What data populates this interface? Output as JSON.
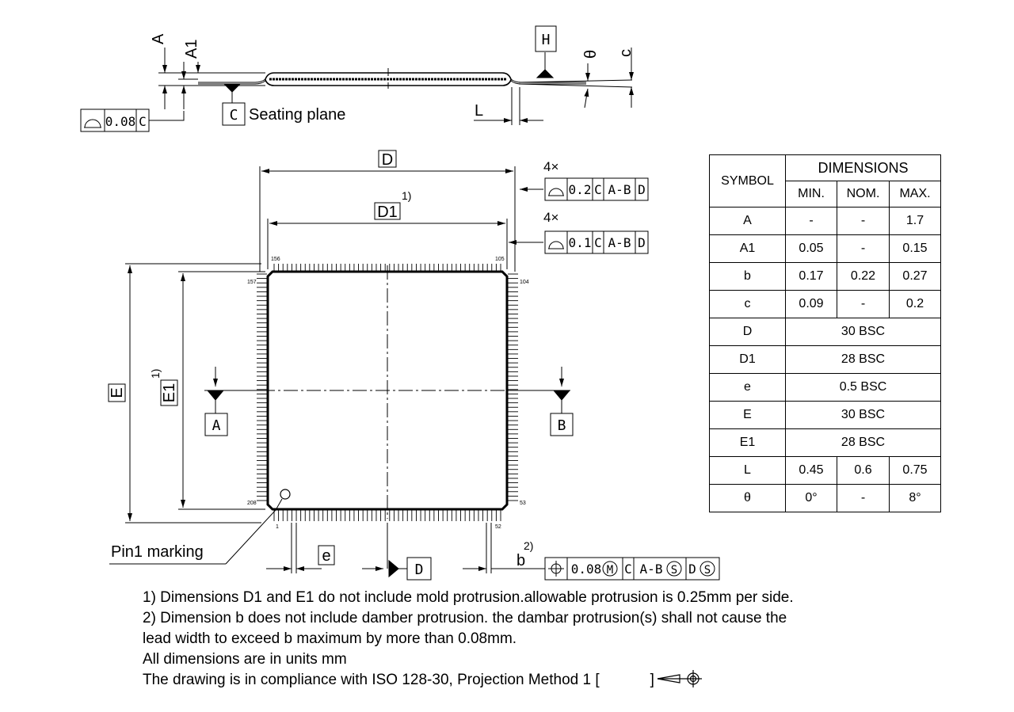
{
  "side_view": {
    "label_A": "A",
    "label_A1": "A1",
    "label_H": "H",
    "label_theta": "θ",
    "label_c": "c",
    "label_L": "L",
    "datum_C": "C",
    "seating_plane": "Seating plane",
    "flatness_value": "0.08",
    "flatness_datum": "C"
  },
  "top_view": {
    "label_D": "D",
    "label_D1": "D1",
    "note1_sup": "1)",
    "label_E": "E",
    "label_E1": "E1",
    "label_e": "e",
    "label_b": "b",
    "note2_sup": "2)",
    "datum_A": "A",
    "datum_B": "B",
    "datum_D": "D",
    "pin_156": "156",
    "pin_105": "105",
    "pin_157": "157",
    "pin_104": "104",
    "pin_208": "208",
    "pin_53": "53",
    "pin_1": "1",
    "pin_52": "52",
    "pin1_marking": "Pin1 marking",
    "fcf_outer": {
      "count": "4×",
      "value": "0.2",
      "d1": "C",
      "d2": "A-B",
      "d3": "D"
    },
    "fcf_inner": {
      "count": "4×",
      "value": "0.1",
      "d1": "C",
      "d2": "A-B",
      "d3": "D"
    },
    "fcf_position": {
      "value": "0.08",
      "mod": "M",
      "d1": "C",
      "d2": "A-B",
      "d2mod": "S",
      "d3": "D",
      "d3mod": "S"
    }
  },
  "table": {
    "symbol_header": "SYMBOL",
    "dimensions_header": "DIMENSIONS",
    "min_header": "MIN.",
    "nom_header": "NOM.",
    "max_header": "MAX.",
    "rows": [
      {
        "symbol": "A",
        "min": "-",
        "nom": "-",
        "max": "1.7"
      },
      {
        "symbol": "A1",
        "min": "0.05",
        "nom": "-",
        "max": "0.15"
      },
      {
        "symbol": "b",
        "min": "0.17",
        "nom": "0.22",
        "max": "0.27"
      },
      {
        "symbol": "c",
        "min": "0.09",
        "nom": "-",
        "max": "0.2"
      },
      {
        "symbol": "D",
        "span": "30 BSC"
      },
      {
        "symbol": "D1",
        "span": "28 BSC"
      },
      {
        "symbol": "e",
        "span": "0.5 BSC"
      },
      {
        "symbol": "E",
        "span": "30 BSC"
      },
      {
        "symbol": "E1",
        "span": "28 BSC"
      },
      {
        "symbol": "L",
        "min": "0.45",
        "nom": "0.6",
        "max": "0.75"
      },
      {
        "symbol": "θ",
        "min": "0°",
        "nom": "-",
        "max": "8°"
      }
    ]
  },
  "notes": [
    "1) Dimensions D1 and E1 do not include mold protrusion.allowable protrusion is 0.25mm per side.",
    "2) Dimension b does not include damber protrusion. the dambar protrusion(s) shall not cause the",
    "lead width to exceed b maximum by more than 0.08mm.",
    "All dimensions are in units mm",
    "The drawing is in compliance with ISO 128-30, Projection Method 1 ["
  ],
  "notes_tail": "]"
}
